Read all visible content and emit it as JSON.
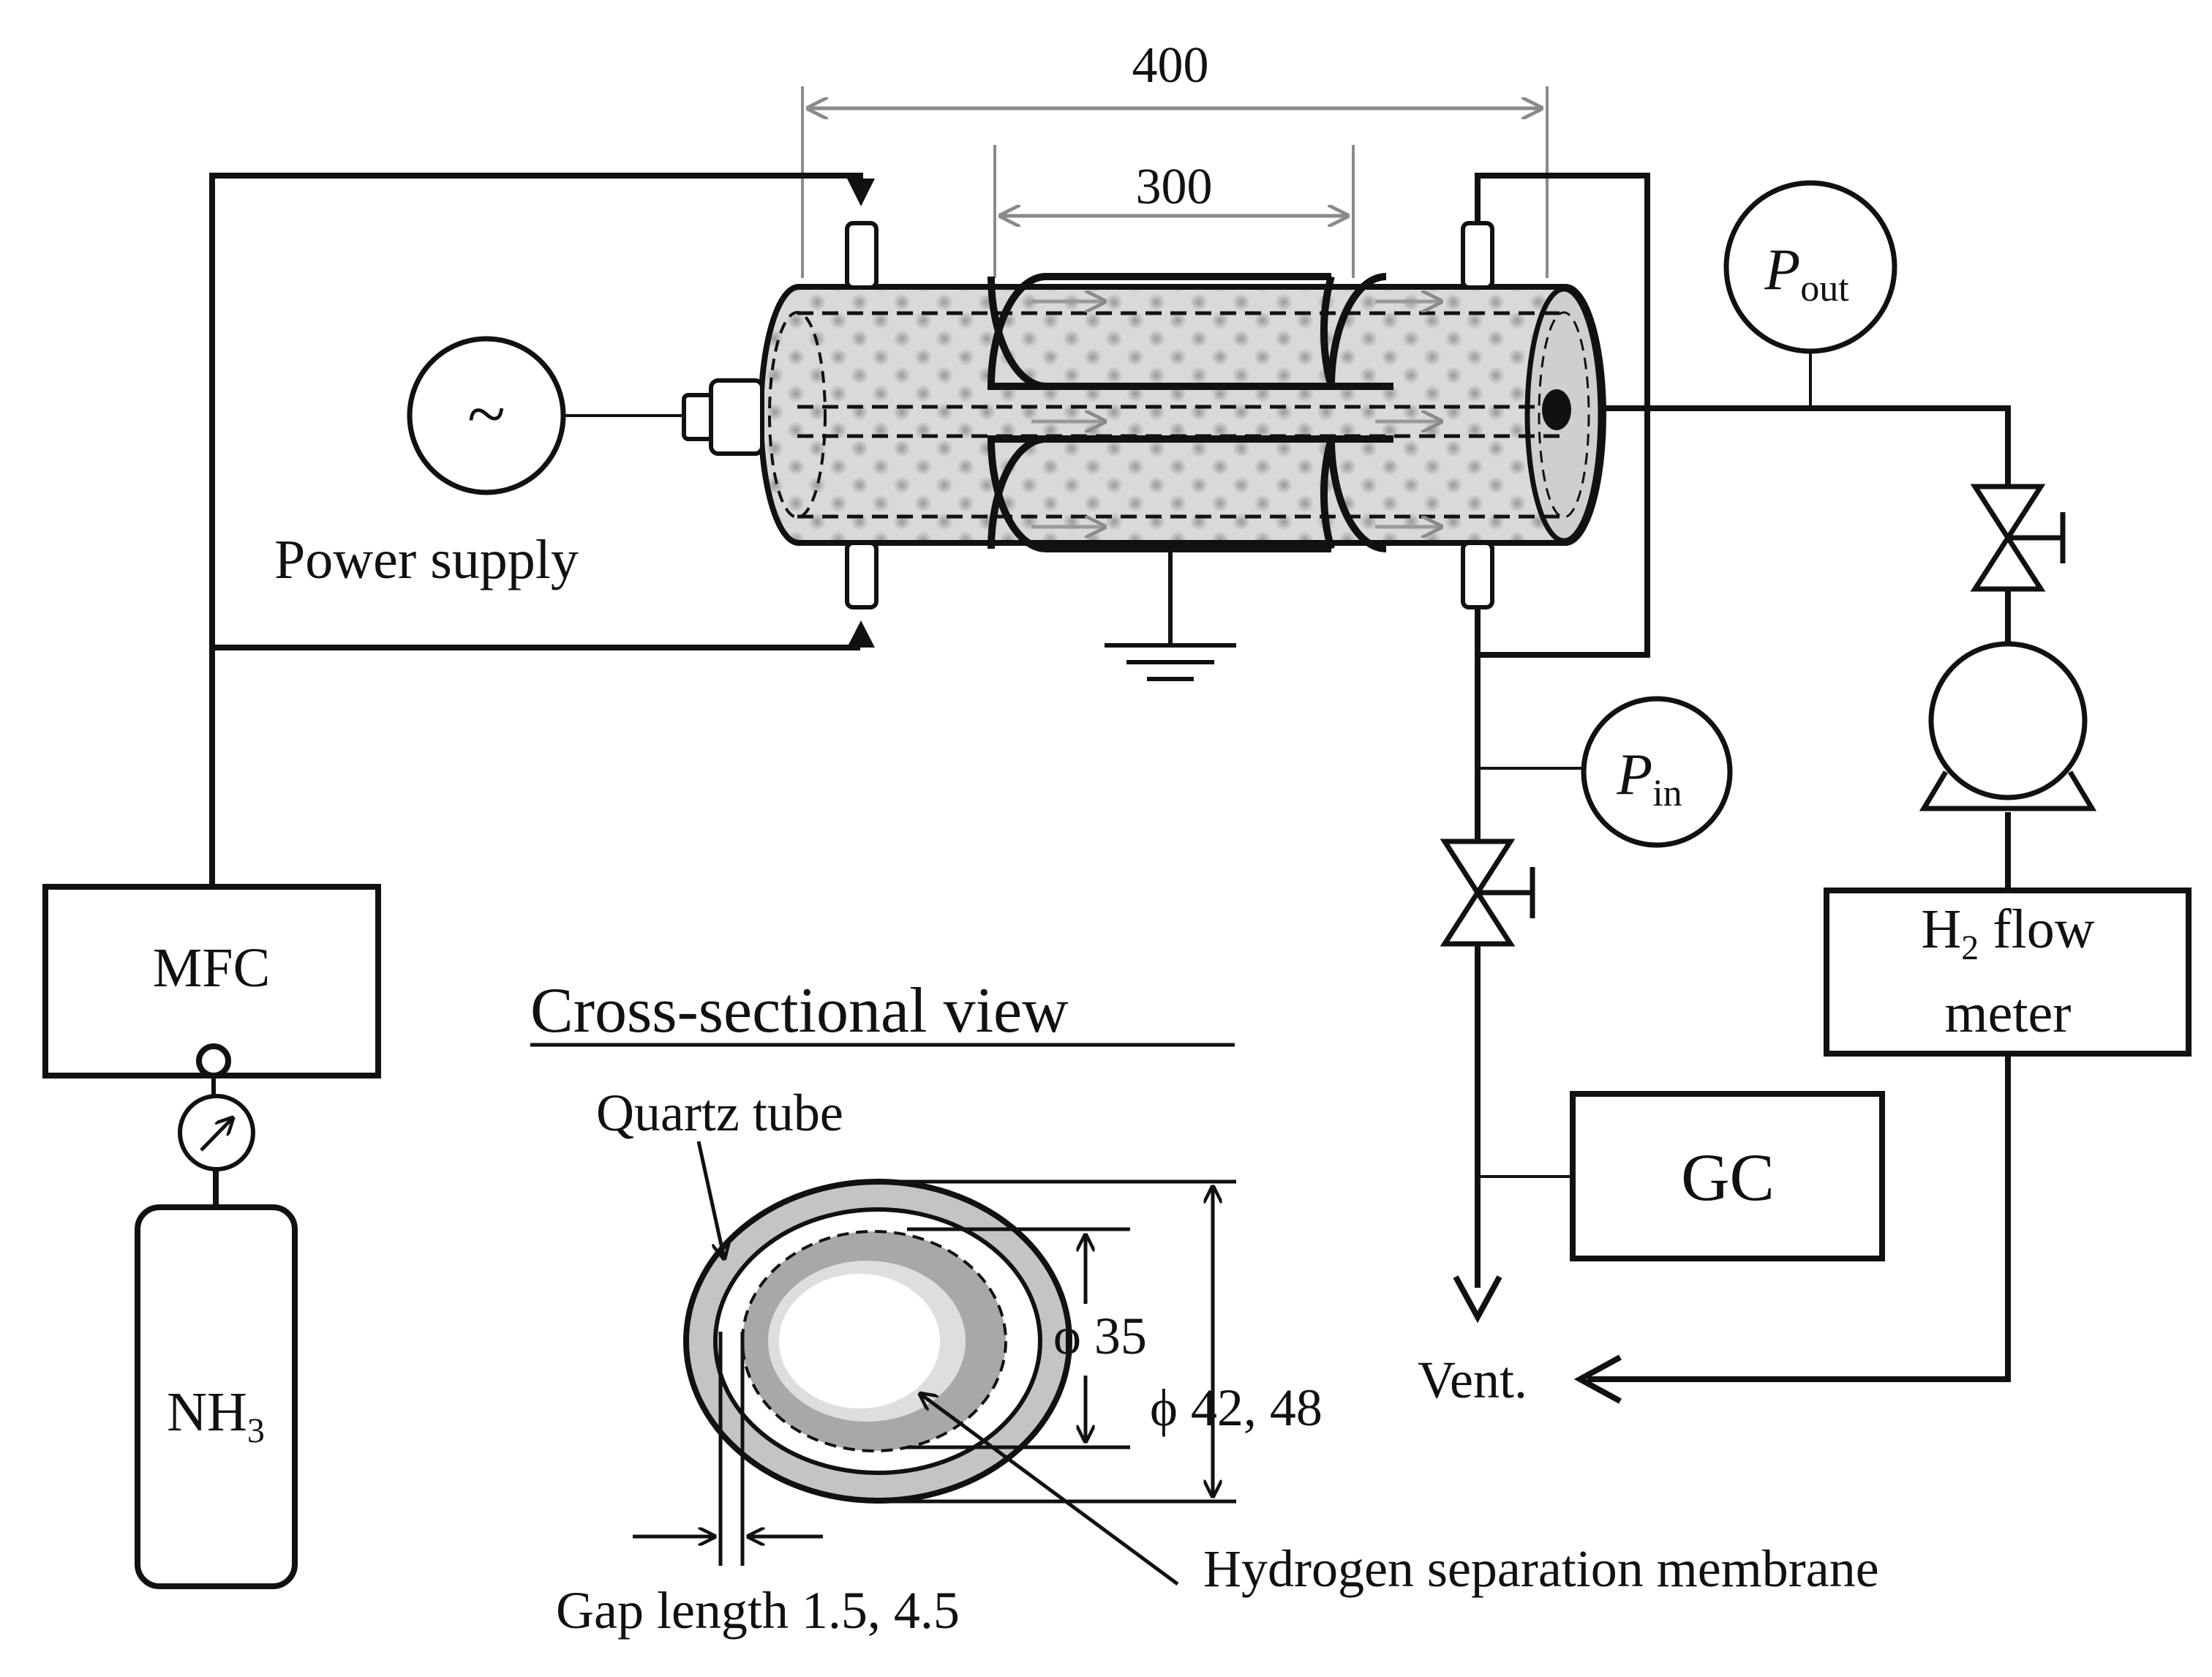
{
  "dimensions": {
    "outer_length": "400",
    "electrode_length": "300"
  },
  "labels": {
    "power_supply": "Power supply",
    "ac_symbol": "~",
    "mfc": "MFC",
    "nh3_main": "NH",
    "nh3_sub": "3",
    "gc": "GC",
    "h2_flow_line1_main": "H",
    "h2_flow_line1_sub": "2",
    "h2_flow_line1_rest": " flow",
    "h2_flow_line2": "meter",
    "p_out_main": "P",
    "p_out_sub": "out",
    "p_in_main": "P",
    "p_in_sub": "in",
    "vent": "Vent."
  },
  "cross_section": {
    "title": "Cross-sectional view",
    "quartz_tube": "Quartz tube",
    "phi_35": "ϕ 35",
    "phi_42_48": "ϕ 42, 48",
    "gap_length": "Gap length 1.5, 4.5",
    "membrane": "Hydrogen separation membrane"
  }
}
